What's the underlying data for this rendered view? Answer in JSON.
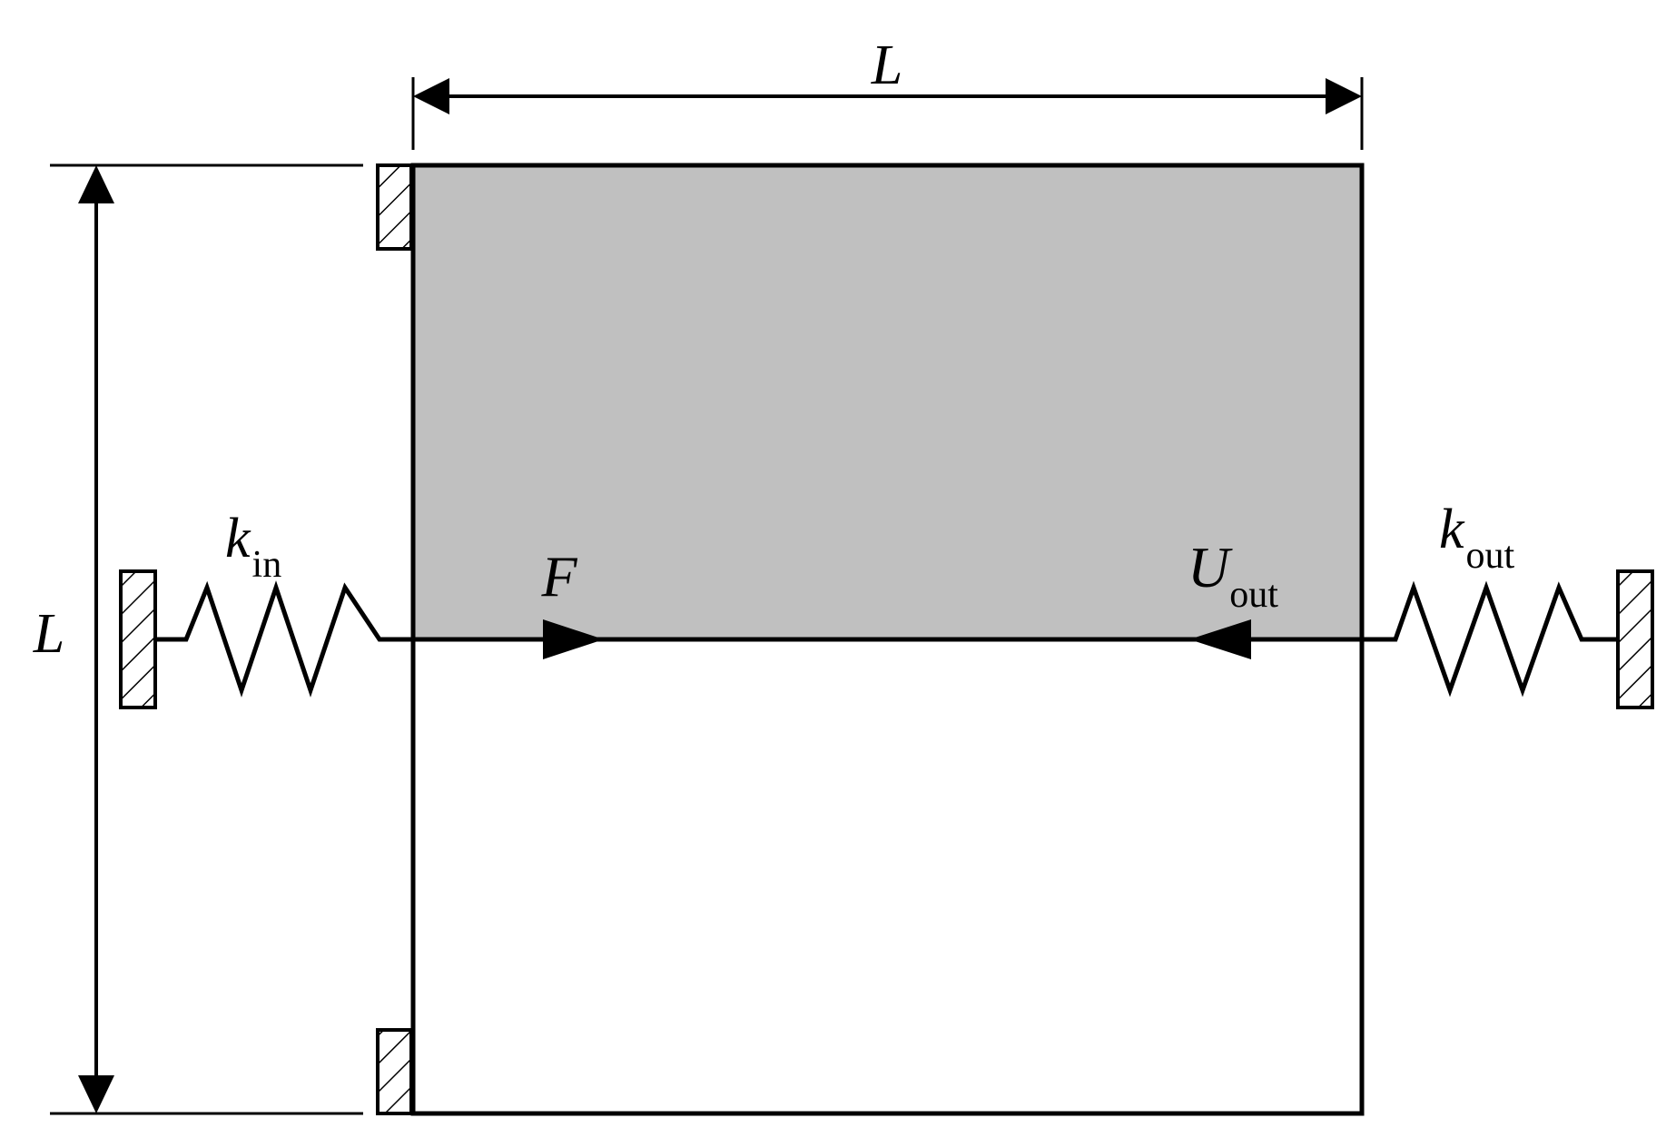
{
  "labels": {
    "width": "L",
    "height": "L",
    "input_stiffness": {
      "main": "k",
      "sub": "in"
    },
    "output_stiffness": {
      "main": "k",
      "sub": "out"
    },
    "force": "F",
    "output_displacement": {
      "main": "U",
      "sub": "out"
    }
  },
  "colors": {
    "design_domain_fill": "#c0c0c0",
    "stroke": "#000000",
    "background": "#ffffff"
  }
}
